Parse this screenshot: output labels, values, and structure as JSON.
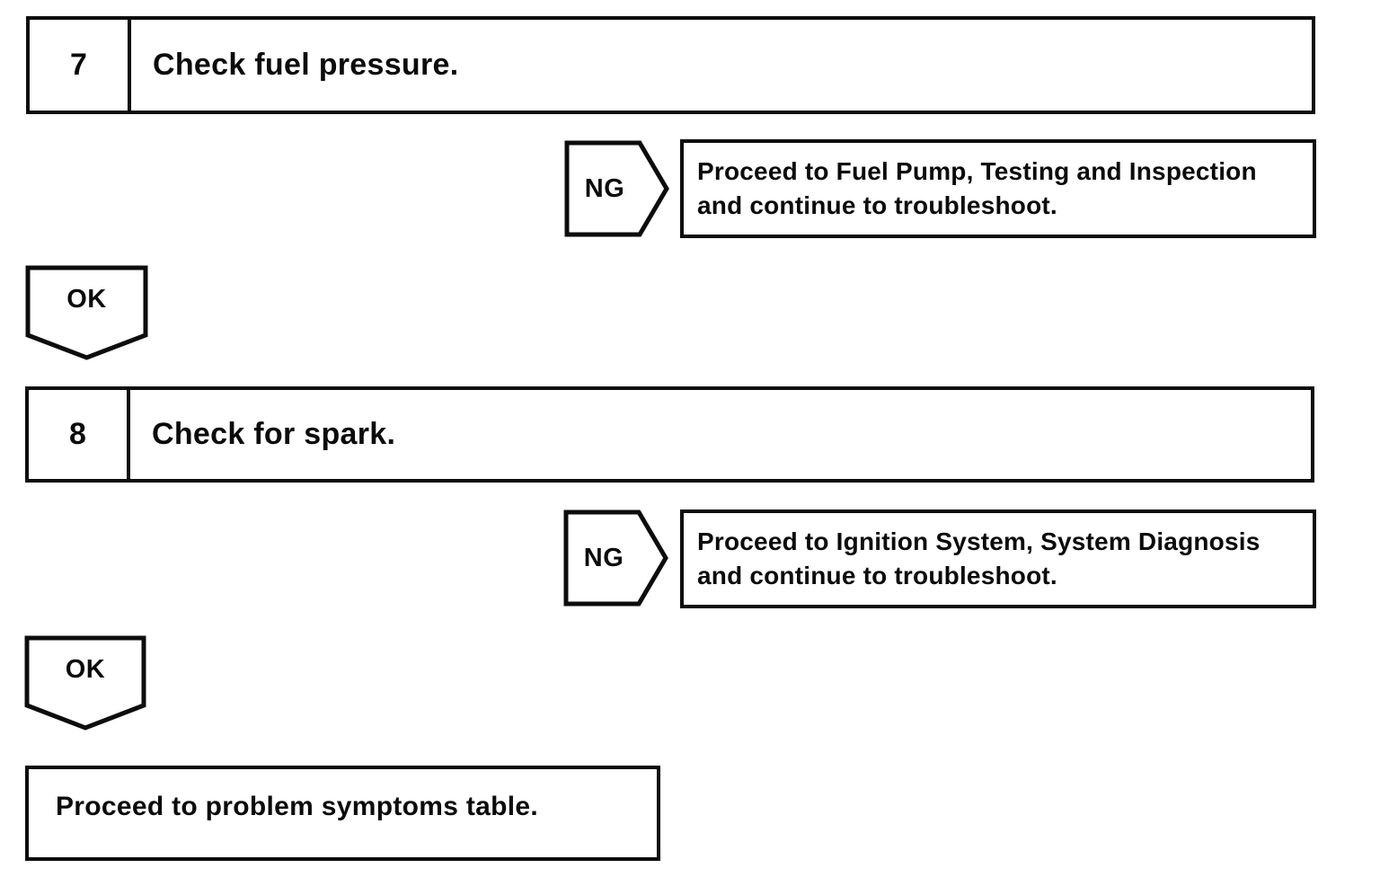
{
  "page": {
    "background": "#ffffff",
    "line_color": "#0d0d0d",
    "text_color": "#0b0b0b"
  },
  "flowchart": {
    "steps": [
      {
        "number": "7",
        "instruction": "Check fuel pressure.",
        "ng_label": "NG",
        "ng_line1": "Proceed to Fuel Pump, Testing and Inspection",
        "ng_line2": "and continue to troubleshoot.",
        "ok_label": "OK"
      },
      {
        "number": "8",
        "instruction": "Check for spark.",
        "ng_label": "NG",
        "ng_line1": "Proceed to Ignition System, System Diagnosis",
        "ng_line2": "and continue to troubleshoot.",
        "ok_label": "OK"
      }
    ],
    "final_action": "Proceed to problem symptoms table."
  }
}
